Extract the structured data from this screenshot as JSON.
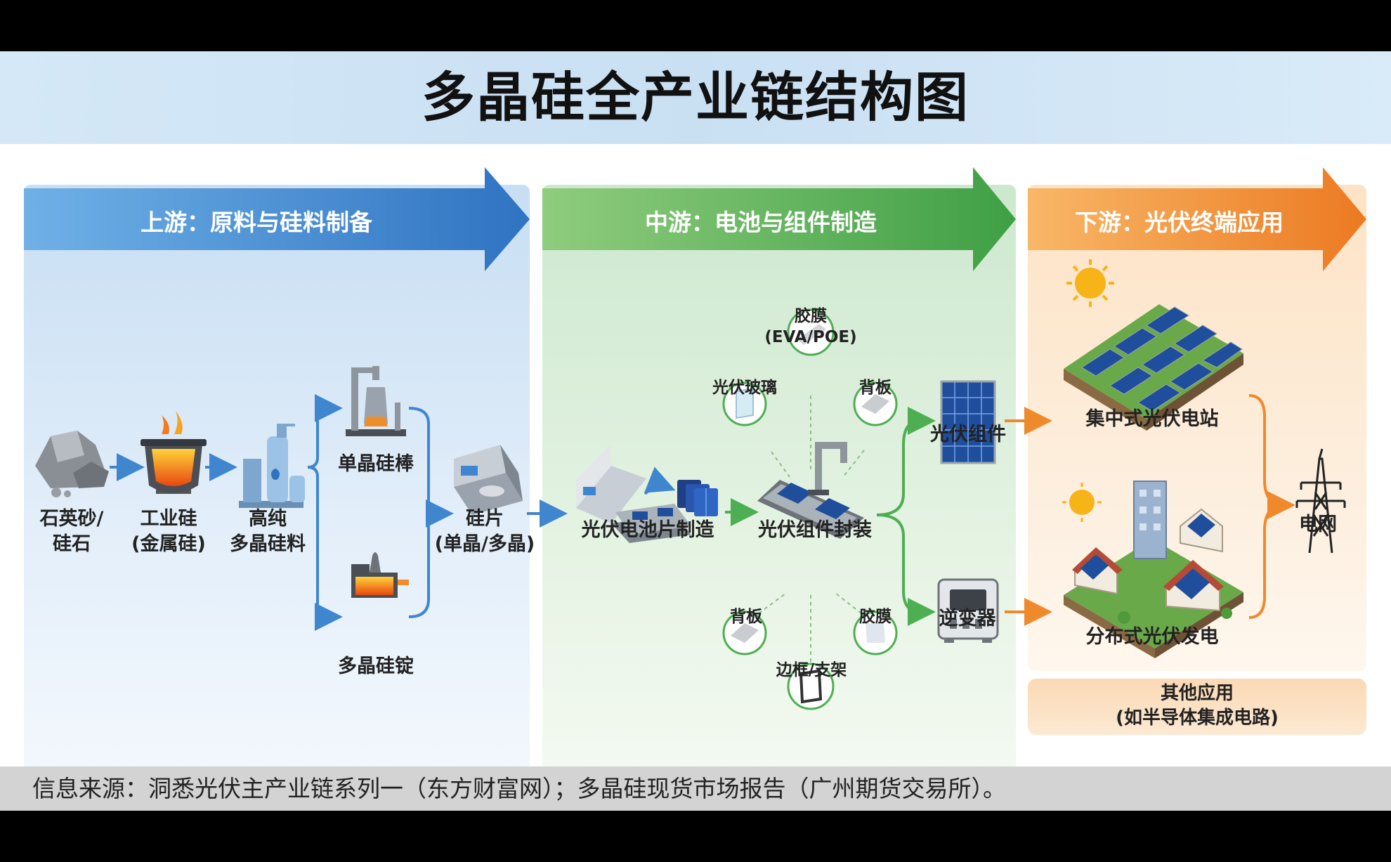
{
  "title": "多晶硅全产业链结构图",
  "sections": {
    "upstream": "上游：原料与硅料制备",
    "midstream": "中游：电池与组件制造",
    "downstream": "下游：光伏终端应用"
  },
  "nodes": {
    "quartz": [
      "石英砂/",
      "硅石"
    ],
    "industrial_si": [
      "工业硅",
      "(金属硅)"
    ],
    "high_purity": [
      "高纯",
      "多晶硅料"
    ],
    "mono_rod": "单晶硅棒",
    "poly_ingot": "多晶硅锭",
    "wafer": [
      "硅片",
      "(单晶/多晶)"
    ],
    "cell_mfg": "光伏电池片制造",
    "module_pkg": "光伏组件封装",
    "film_top": [
      "胶膜",
      "(EVA/POE)"
    ],
    "glass": "光伏玻璃",
    "backsheet_top": "背板",
    "backsheet_bottom": "背板",
    "film_bottom": "胶膜",
    "frame": "边框/支架",
    "module": "光伏组件",
    "inverter": "逆变器",
    "central_station": "集中式光伏电站",
    "distributed": "分布式光伏发电",
    "grid": "电网",
    "other": [
      "其他应用",
      "(如半导体集成电路)"
    ]
  },
  "source": "信息来源：洞悉光伏主产业链系列一（东方财富网）；多晶硅现货市场报告（广州期货交易所）。",
  "colors": {
    "upstream_arrow": "#3f86cf",
    "midstream_arrow": "#4eae52",
    "downstream_arrow": "#ef8a2c"
  }
}
